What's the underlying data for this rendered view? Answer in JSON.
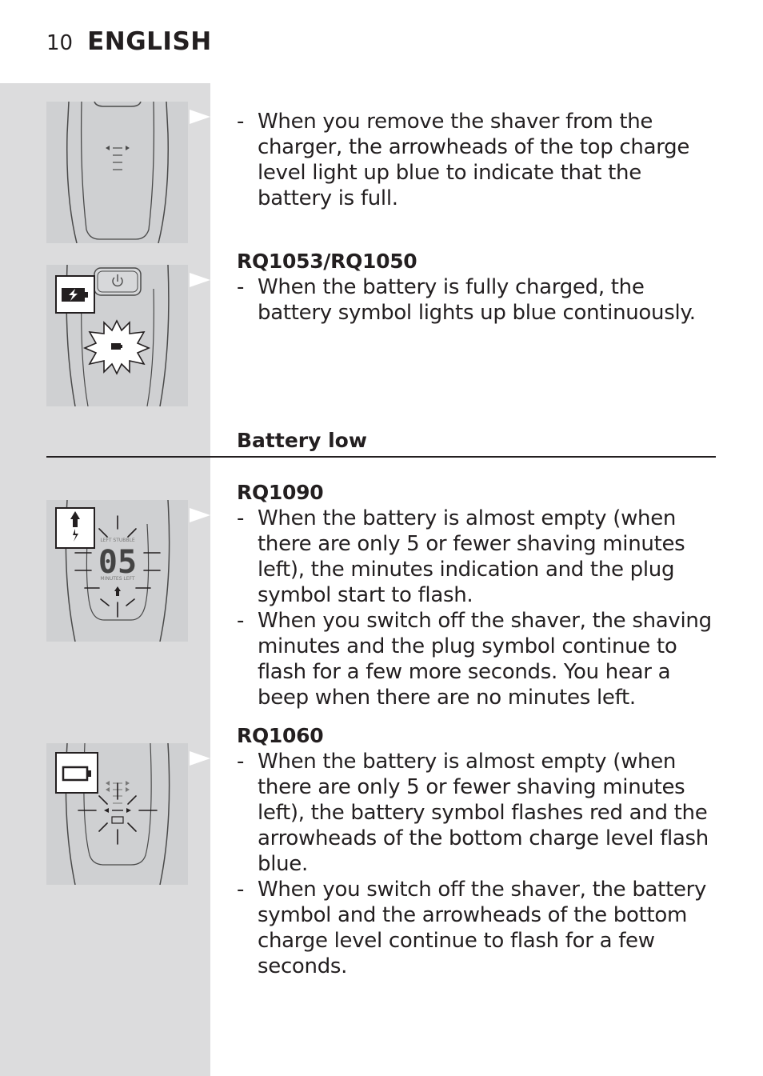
{
  "header": {
    "page_number": "10",
    "language": "ENGLISH"
  },
  "blocks": [
    {
      "model": "",
      "bullets": [
        "When you remove the shaver from the charger, the arrowheads of the top charge level light up blue to indicate that the battery is full."
      ]
    },
    {
      "model": "RQ1053/RQ1050",
      "bullets": [
        "When the battery is fully charged, the battery symbol lights up blue continuously."
      ]
    }
  ],
  "section": {
    "title": "Battery low",
    "blocks": [
      {
        "model": "RQ1090",
        "bullets": [
          "When the battery is almost empty (when there are only 5 or fewer shaving minutes left), the minutes indication and the plug symbol start to flash.",
          "When you switch off the shaver, the shaving minutes and the plug symbol continue to flash for a few more seconds. You hear a beep when there are no minutes left."
        ]
      },
      {
        "model": "RQ1060",
        "bullets": [
          "When the battery is almost empty (when there are only 5 or fewer shaving minutes left), the battery symbol flashes red and the arrowheads of the bottom charge level flash blue.",
          "When you switch off the shaver, the battery symbol and the arrowheads of the bottom charge level continue to flash for a few seconds."
        ]
      }
    ]
  },
  "figures": {
    "rq1090_display_value": "05",
    "rq1090_display_top_label": "LEFT STUBBLE",
    "rq1090_display_bottom_label": "MINUTES LEFT"
  },
  "colors": {
    "sidebar": "#dcdcdd",
    "figure_bg": "#cfd0d2",
    "text": "#231f20"
  }
}
